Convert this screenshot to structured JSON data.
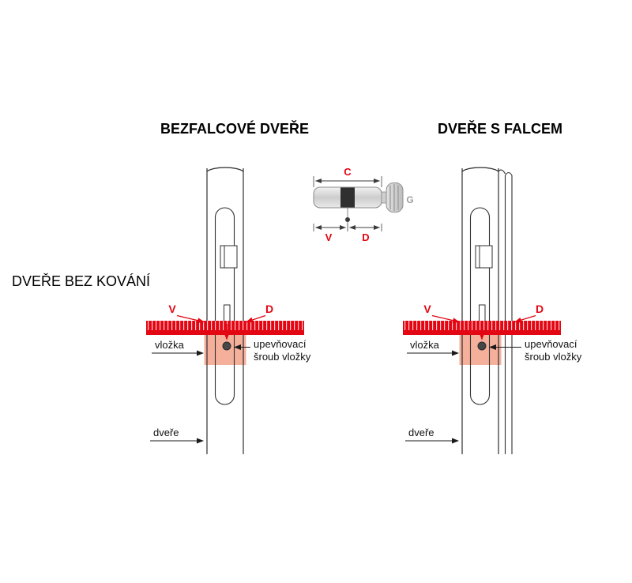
{
  "headings": {
    "left_title": "BEZFALCOVÉ DVEŘE",
    "right_title": "DVEŘE S FALCEM",
    "side_label": "DVEŘE BEZ KOVÁNÍ"
  },
  "cylinder": {
    "dim_c": "C",
    "dim_v": "V",
    "dim_d": "D",
    "knob_label": "G"
  },
  "door_left": {
    "dim_v": "V",
    "dim_d": "D",
    "label_cylinder": "vložka",
    "label_screw_line1": "upevňovací",
    "label_screw_line2": "šroub vložky",
    "label_door": "dveře"
  },
  "door_right": {
    "dim_v": "V",
    "dim_d": "D",
    "label_cylinder": "vložka",
    "label_screw_line1": "upevňovací",
    "label_screw_line2": "šroub vložky",
    "label_door": "dveře"
  },
  "colors": {
    "accent_red": "#e30613",
    "highlight_pink": "#f5b09c",
    "muted_gray": "#9d9d9c",
    "line_dark": "#2f2f2f"
  }
}
